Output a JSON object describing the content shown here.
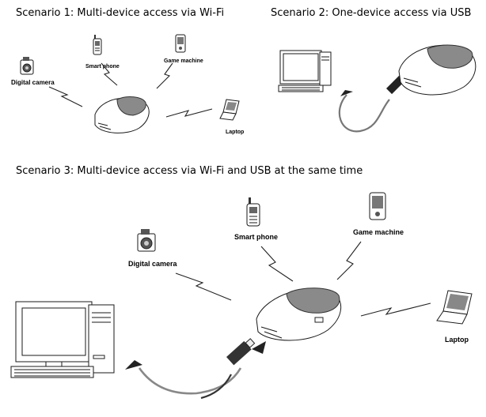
{
  "scenario1": {
    "title": "Scenario 1: Multi-device access via Wi-Fi",
    "labels": {
      "digital_camera": "Digital camera",
      "smart_phone": "Smart phone",
      "game_machine": "Game machine",
      "laptop": "Laptop"
    }
  },
  "scenario2": {
    "title": "Scenario 2: One-device access via USB"
  },
  "scenario3": {
    "title": "Scenario 3: Multi-device access via Wi-Fi and USB at the same time",
    "labels": {
      "digital_camera": "Digital camera",
      "smart_phone": "Smart phone",
      "game_machine": "Game machine",
      "laptop": "Laptop"
    }
  },
  "colors": {
    "line": "#1a1a1a",
    "cable": "#555555",
    "router_dome": "#8a8a8a",
    "background": "#ffffff"
  }
}
